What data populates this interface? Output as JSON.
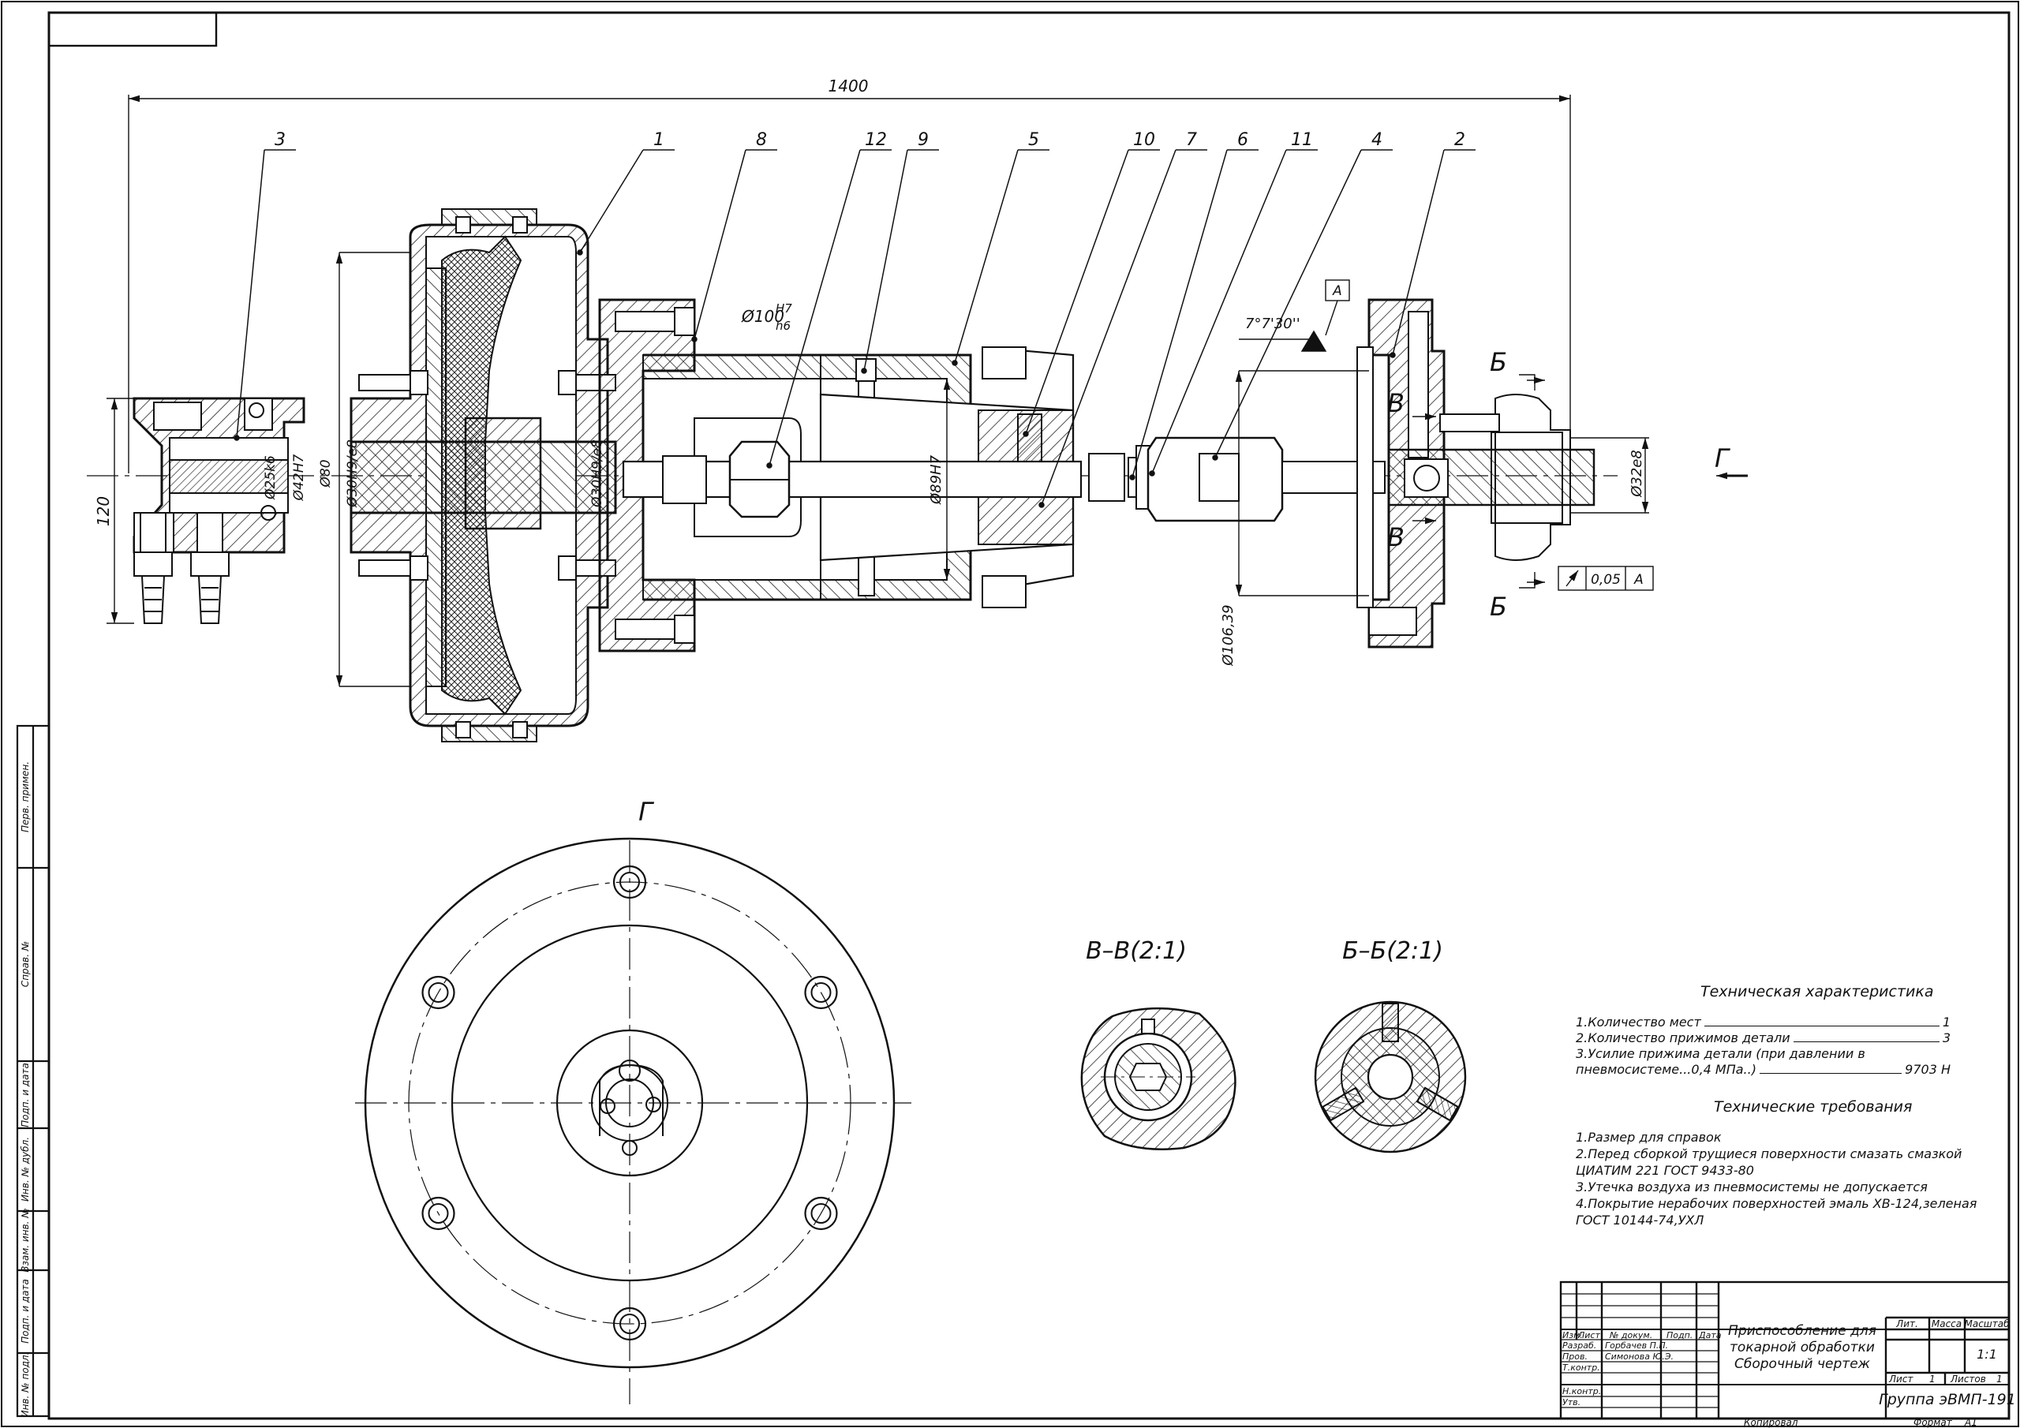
{
  "overall_dimension": "1400",
  "height_dimension": "120",
  "callouts": [
    "3",
    "1",
    "8",
    "12",
    "9",
    "5",
    "10",
    "7",
    "6",
    "11",
    "4",
    "2"
  ],
  "dimensions": {
    "d100": "Ø100",
    "d100_fit_top": "H7",
    "d100_fit_bottom": "h6",
    "d89": "Ø89H7",
    "d25": "Ø25k6",
    "d42": "Ø42H7",
    "d80": "Ø80",
    "d30a": "Ø30H9/e8",
    "d30b": "Ø30H9/e8",
    "d10639": "Ø106,39",
    "d32": "Ø32e8",
    "angle": "7°7'30''",
    "datum": "A",
    "tolerance_value": "0,05",
    "tolerance_datum": "A"
  },
  "section_marks": {
    "b": "Б",
    "v": "В",
    "g": "Г"
  },
  "views": {
    "g_title": "Г",
    "vv_title": "В–В(2:1)",
    "bb_title": "Б–Б(2:1)"
  },
  "tech_characteristics": {
    "heading": "Техническая характеристика",
    "items": [
      {
        "text": "1.Количество мест",
        "value": "1"
      },
      {
        "text": "2.Количество прижимов детали",
        "value": "3"
      },
      {
        "text": "3.Усилие прижима детали (при давлении в",
        "value": ""
      },
      {
        "text": "пневмосистеме...0,4 МПа..)",
        "value": "9703 Н"
      }
    ]
  },
  "tech_requirements": {
    "heading": "Технические требования",
    "lines": [
      "1.Размер для справок",
      "2.Перед сборкой трущиеся поверхности смазать смазкой",
      "ЦИАТИМ 221 ГОСТ 9433-80",
      "3.Утечка воздуха из пневмосистемы не допускается",
      "4.Покрытие нерабочих поверхностей эмаль ХВ-124,зеленая",
      "ГОСТ 10144-74,УХЛ"
    ]
  },
  "side_stamp": [
    "Перв. примен.",
    "Справ. №",
    "Подп. и дата",
    "Инв. № дубл.",
    "Взам. инв. №",
    "Подп. и дата",
    "Инв. № подл."
  ],
  "title_block": {
    "headers": {
      "izm": "Изм.",
      "list": "Лист",
      "doc": "№ докум.",
      "podp": "Подп.",
      "data": "Дата"
    },
    "roles": [
      {
        "role": "Разраб.",
        "name": "Горбачев П.П."
      },
      {
        "role": "Пров.",
        "name": "Симонова Ю.Э."
      },
      {
        "role": "Т.контр.",
        "name": ""
      },
      {
        "role": "",
        "name": ""
      },
      {
        "role": "Н.контр.",
        "name": ""
      },
      {
        "role": "Утв.",
        "name": ""
      }
    ],
    "title_lines": [
      "Приспособление для",
      "токарной обработки",
      "Сборочный чертеж"
    ],
    "lit_label": "Лит.",
    "mass_label": "Масса",
    "scale_label": "Масштаб",
    "scale_value": "1:1",
    "sheet_label": "Лист",
    "sheet_value": "1",
    "sheets_label": "Листов",
    "sheets_value": "1",
    "group": "Группа эВМП-191"
  },
  "footer": {
    "copied": "Копировал",
    "format_label": "Формат",
    "format_value": "А1"
  }
}
